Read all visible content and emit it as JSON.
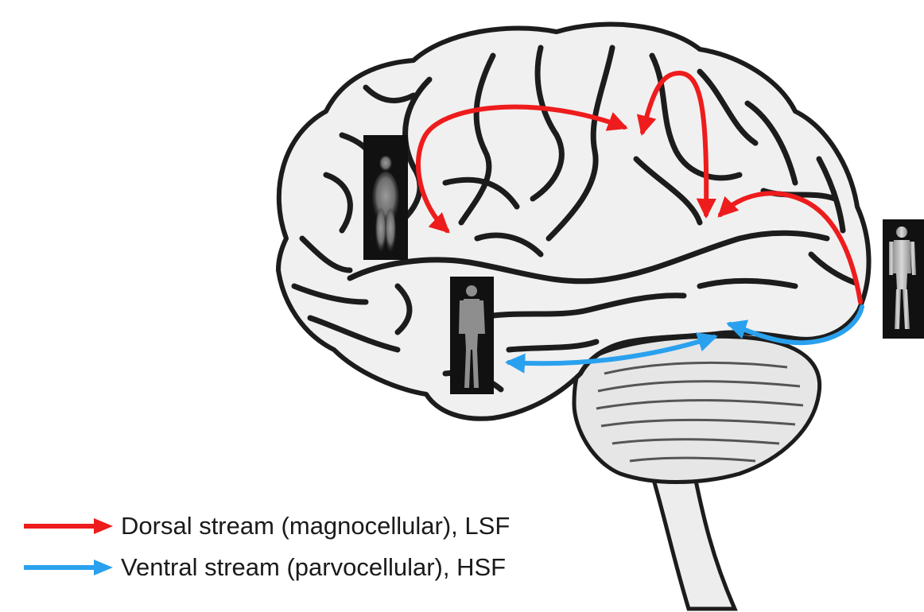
{
  "colors": {
    "dorsal": "#ee1c1c",
    "ventral": "#2aa1ee",
    "brain_fill": "#f0f0f0",
    "brain_outline": "#1c1c1c"
  },
  "icons": [
    "blurred-figure-icon",
    "gray-figure-icon",
    "detailed-figure-icon"
  ],
  "legend": [
    {
      "stream": "dorsal",
      "label": "Dorsal stream (magnocellular), LSF"
    },
    {
      "stream": "ventral",
      "label": "Ventral stream (parvocellular), HSF"
    }
  ]
}
